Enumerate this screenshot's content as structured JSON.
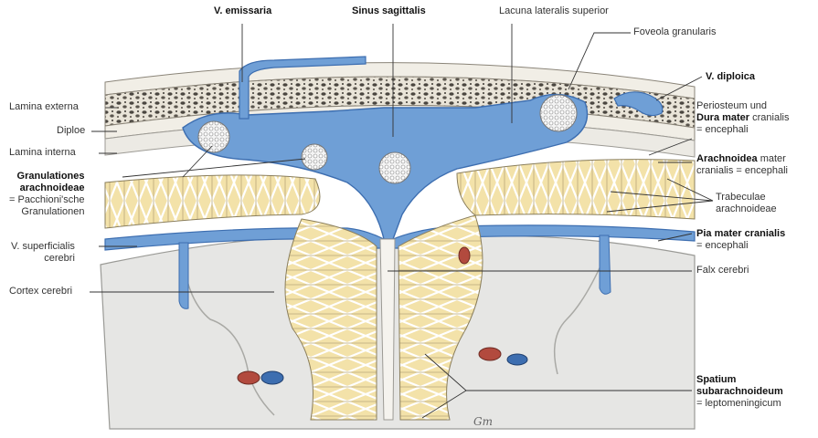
{
  "labels": {
    "v_emissaria": "V. emissaria",
    "sinus_sagittalis": "Sinus sagittalis",
    "lacuna_lateralis": "Lacuna lateralis superior",
    "foveola_granularis": "Foveola granularis",
    "v_diploica": "V. diploica",
    "lamina_externa": "Lamina externa",
    "diploe": "Diploe",
    "lamina_interna": "Lamina interna",
    "granulationes_line1": "Granulationes",
    "granulationes_line2": "arachnoideae",
    "granulationes_line3": "= Pacchioni'sche",
    "granulationes_line4": "Granulationen",
    "periosteum_line1": "Periosteum und",
    "dura_bold": "Dura mater",
    "dura_rest": " cranialis",
    "dura_line3": "= encephali",
    "arachnoidea_bold": "Arachnoidea",
    "arachnoidea_rest": " mater",
    "arachnoidea_line2": "cranialis = encephali",
    "trabeculae_line1": "Trabeculae",
    "trabeculae_line2": "arachnoideae",
    "pia_line1": "Pia mater cranialis",
    "pia_line2": "= encephali",
    "v_superficialis_line1": "V. superficialis",
    "v_superficialis_line2": "cerebri",
    "cortex_cerebri": "Cortex cerebri",
    "falx_cerebri": "Falx cerebri",
    "spatium_line1": "Spatium",
    "spatium_line2": "subarachnoideum",
    "spatium_line3": "= leptomeningicum"
  },
  "colors": {
    "sinus_blue": "#6f9fd6",
    "sinus_dark": "#3d6eb0",
    "bone": "#f1eee6",
    "diploe_dark": "#4a4640",
    "arachnoid_yellow": "#f3e2a9",
    "brain_gray": "#e6e6e4",
    "artery_red": "#b24a3e"
  },
  "signature": "Gm"
}
